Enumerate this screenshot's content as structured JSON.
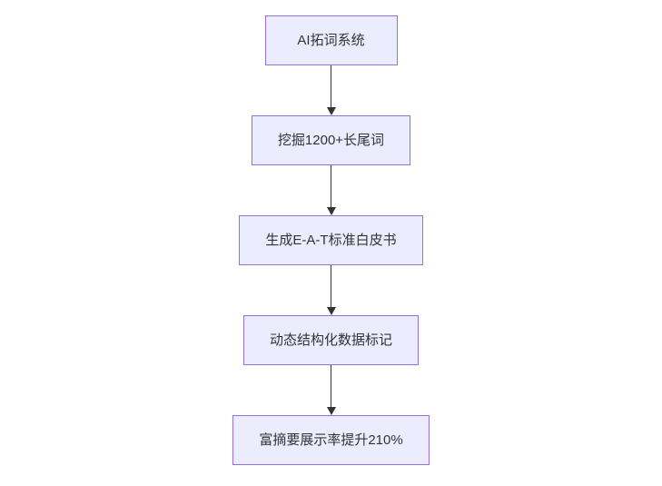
{
  "diagram": {
    "type": "flowchart-top-down",
    "colors": {
      "canvas_bg": "#ffffff",
      "node_fill": "#ECECFF",
      "node_border": "#9370DB",
      "arrow": "#333333",
      "text": "#333333"
    },
    "nodes": [
      {
        "id": "ai-keyword-system",
        "label": "AI拓词系统"
      },
      {
        "id": "mine-longtail-keywords",
        "label": "挖掘1200+长尾词"
      },
      {
        "id": "generate-eat-whitepaper",
        "label": "生成E-A-T标准白皮书"
      },
      {
        "id": "dynamic-structured-data",
        "label": "动态结构化数据标记"
      },
      {
        "id": "rich-snippet-uplift",
        "label": "富摘要展示率提升210%"
      }
    ],
    "edges": [
      {
        "from": "ai-keyword-system",
        "to": "mine-longtail-keywords"
      },
      {
        "from": "mine-longtail-keywords",
        "to": "generate-eat-whitepaper"
      },
      {
        "from": "generate-eat-whitepaper",
        "to": "dynamic-structured-data"
      },
      {
        "from": "dynamic-structured-data",
        "to": "rich-snippet-uplift"
      }
    ]
  }
}
